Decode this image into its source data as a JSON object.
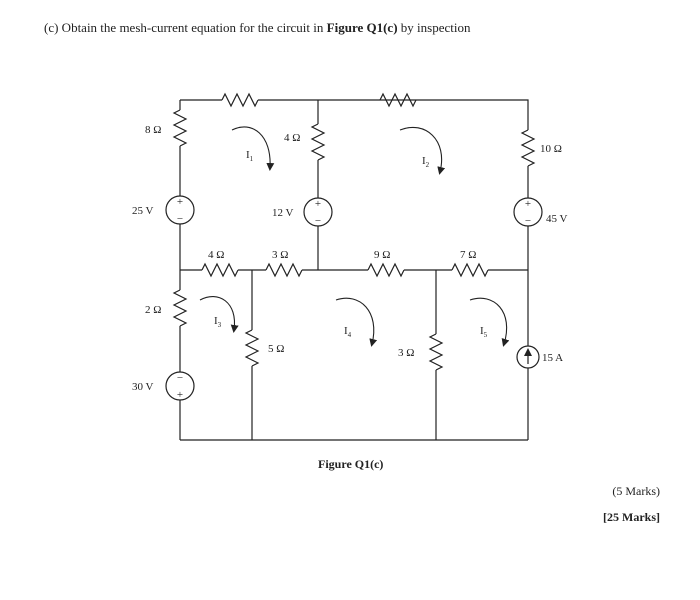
{
  "question": {
    "prefix": "(c) Obtain the mesh-current equation for the circuit in ",
    "figure_ref": "Figure Q1(c)",
    "suffix": " by inspection"
  },
  "circuit": {
    "r_left_top": "8 Ω",
    "r_mid_4": "4 Ω",
    "r_right_10": "10 Ω",
    "v_left_25": "25 V",
    "v_mid_12": "12 V",
    "v_right_45": "45 V",
    "r_hor_4": "4 Ω",
    "r_hor_3": "3 Ω",
    "r_hor_9": "9 Ω",
    "r_hor_7": "7 Ω",
    "r_left_2": "2 Ω",
    "r_mid_5": "5 Ω",
    "r_right_3": "3 Ω",
    "v_left_30": "30 V",
    "i_source_15": "15 A",
    "mesh_1": "I",
    "mesh_1_sub": "1",
    "mesh_2": "I",
    "mesh_2_sub": "2",
    "mesh_3": "I",
    "mesh_3_sub": "3",
    "mesh_4": "I",
    "mesh_4_sub": "4",
    "mesh_5": "I",
    "mesh_5_sub": "5"
  },
  "figure_caption": "Figure Q1(c)",
  "marks": {
    "sub": "(5 Marks)",
    "total": "[25 Marks]"
  }
}
